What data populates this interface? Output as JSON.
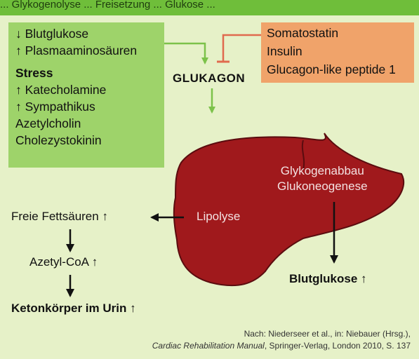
{
  "header": {
    "text": "... Glykogenolyse ... Freisetzung ... Glukose ..."
  },
  "stimulators": {
    "items": [
      "↓ Blutglukose",
      "↑ Plasmaaminosäuren"
    ],
    "stress_heading": "Stress",
    "stress_items": [
      "↑ Katecholamine",
      "↑ Sympathikus",
      "Azetylcholin",
      "Cholezystokinin"
    ]
  },
  "inhibitors": {
    "items": [
      "Somatostatin",
      "Insulin",
      "Glucagon-like peptide 1"
    ]
  },
  "center": {
    "hormone": "GLUKAGON"
  },
  "liver": {
    "process_1": "Glykogenabbau",
    "process_2": "Glukoneogenese",
    "lipolysis": "Lipolyse"
  },
  "outputs": {
    "fatty_acids": "Freie Fettsäuren ↑",
    "acetyl_coa": "Azetyl-CoA ↑",
    "ketones": "Ketonkörper im Urin ↑",
    "blood_glucose": "Blutglukose ↑"
  },
  "citation": {
    "line_1": "Nach: Niederseer et al., in: Niebauer (Hrsg.),",
    "book_title": "Cardiac Rehabilitation Manual",
    "line_2_rest": ", Springer-Verlag, London 2010, S. 137"
  },
  "colors": {
    "background": "#e6f1c8",
    "stimulator_box": "#9ed36a",
    "inhibitor_box": "#f0a36a",
    "liver": "#a0191c",
    "stimulate_arrow": "#7cc24a",
    "inhibit_line": "#e06a4e"
  }
}
